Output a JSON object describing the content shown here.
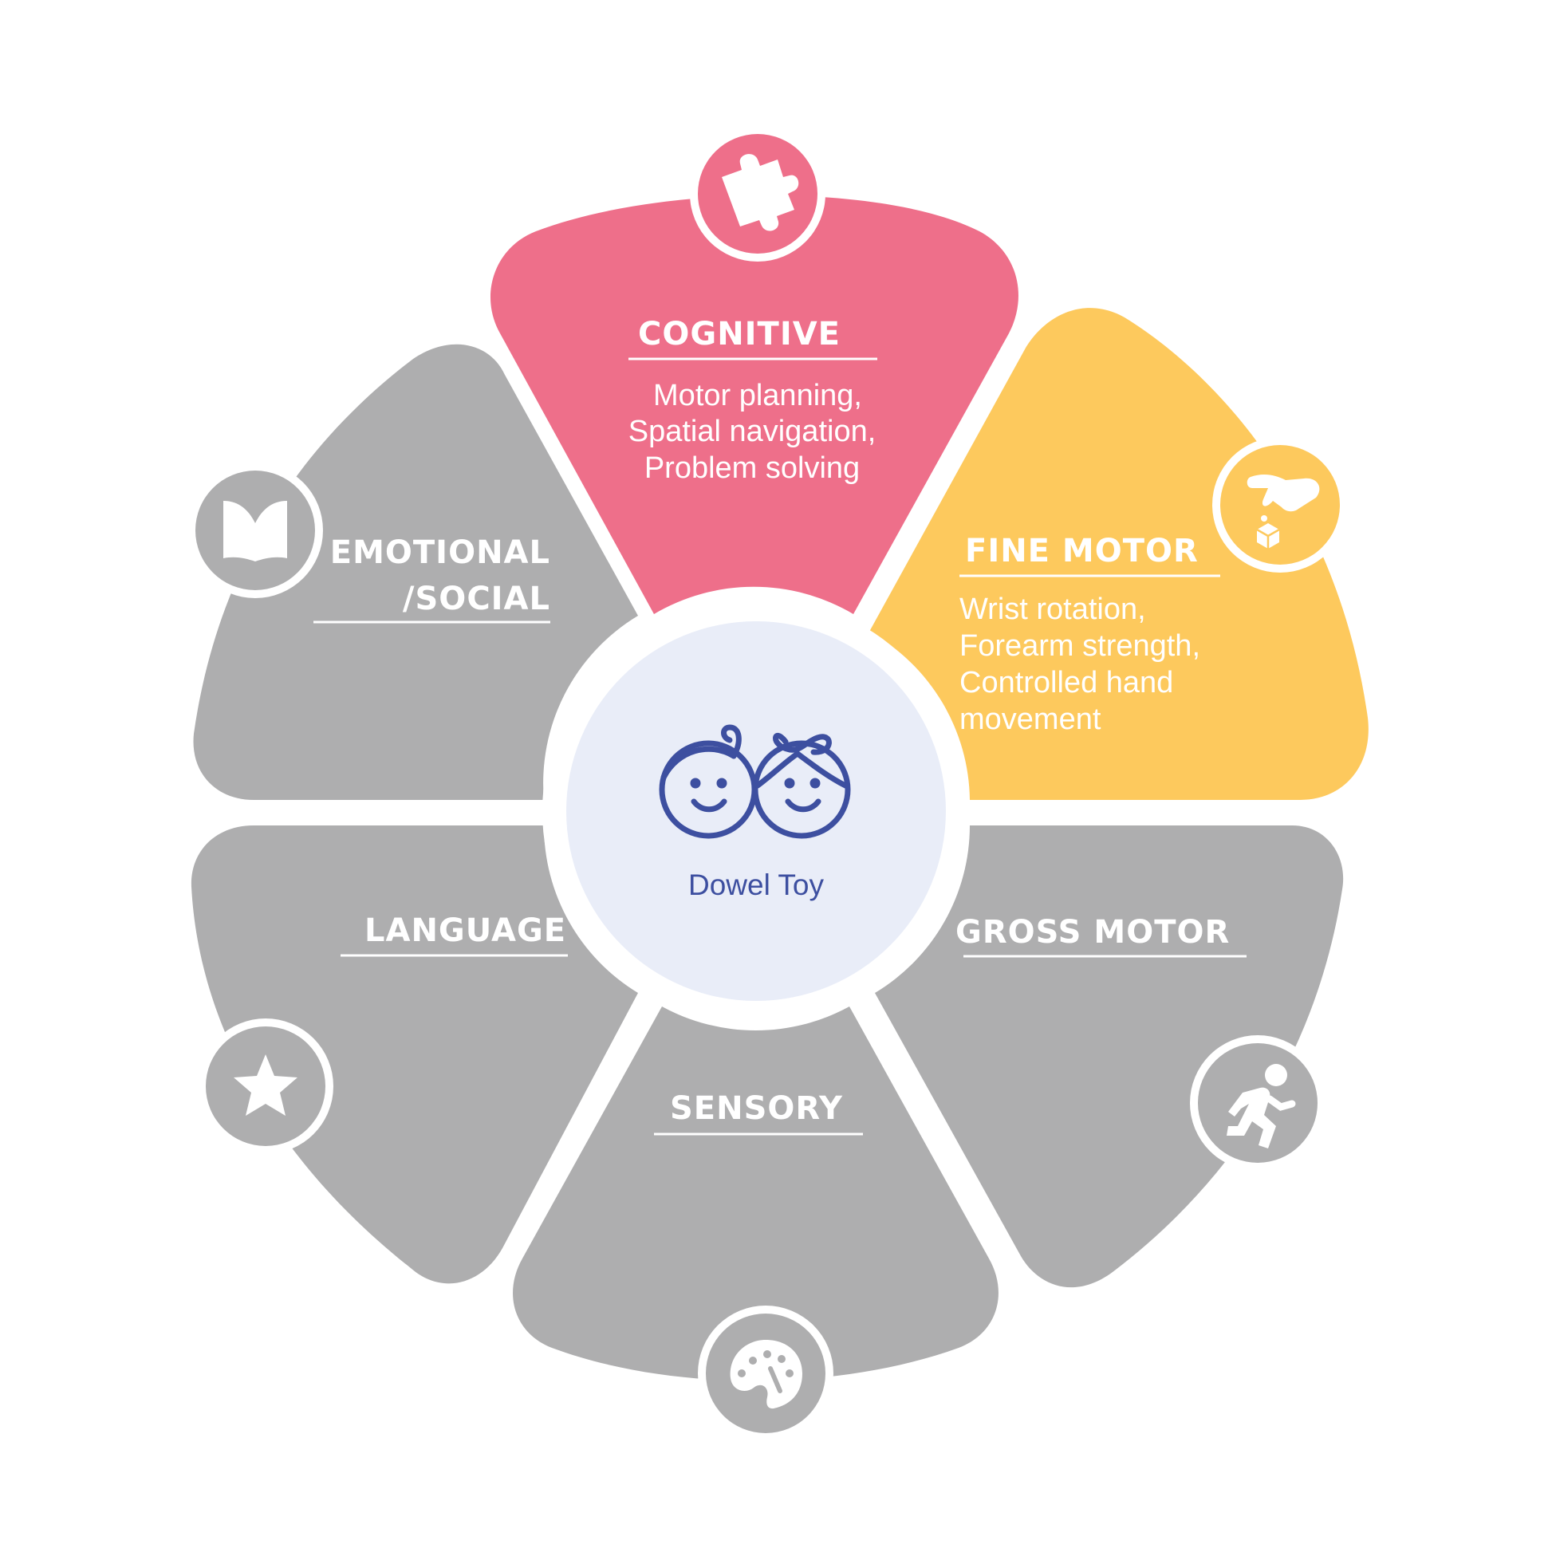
{
  "colors": {
    "cognitive": "#EE6F8A",
    "fine_motor": "#FDC95D",
    "neutral": "#AEAEAF",
    "center_fill": "#E9EDF8",
    "center_ink": "#3D4FA0",
    "white": "#FFFFFF"
  },
  "center": {
    "label": "Dowel Toy",
    "icon": "two-kids-faces-icon"
  },
  "segments": [
    {
      "id": "cognitive",
      "title": "COGNITIVE",
      "lines": [
        "Motor planning,",
        "Spatial navigation,",
        "Problem solving"
      ],
      "icon": "puzzle-piece-icon",
      "color": "#EE6F8A"
    },
    {
      "id": "fine-motor",
      "title": "FINE MOTOR",
      "lines": [
        "Wrist rotation,",
        "Forearm strength,",
        "Controlled hand",
        "movement"
      ],
      "icon": "hand-picking-block-icon",
      "color": "#FDC95D"
    },
    {
      "id": "gross-motor",
      "title": "GROSS MOTOR",
      "lines": [],
      "icon": "running-person-icon",
      "color": "#AEAEAF"
    },
    {
      "id": "sensory",
      "title": "SENSORY",
      "lines": [],
      "icon": "paint-palette-icon",
      "color": "#AEAEAF"
    },
    {
      "id": "language",
      "title": "LANGUAGE",
      "lines": [],
      "icon": "star-icon",
      "color": "#AEAEAF"
    },
    {
      "id": "emotional-social",
      "title_lines": [
        "EMOTIONAL",
        "/SOCIAL"
      ],
      "lines": [],
      "icon": "open-book-icon",
      "color": "#AEAEAF"
    }
  ]
}
